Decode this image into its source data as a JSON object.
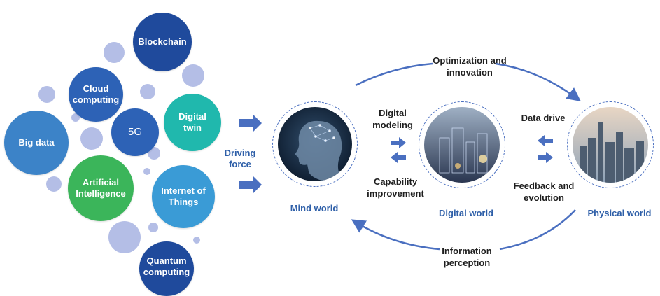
{
  "technologies": {
    "blockchain": "Blockchain",
    "cloud_computing": "Cloud computing",
    "fiveg": "5G",
    "digital_twin": "Digital twin",
    "big_data": "Big data",
    "artificial_intelligence": "Artificial Intelligence",
    "internet_of_things": "Internet of Things",
    "quantum_computing": "Quantum computing"
  },
  "driving_force": "Driving force",
  "worlds": {
    "mind": "Mind world",
    "digital": "Digital world",
    "physical": "Physical world"
  },
  "flows": {
    "optimization": "Optimization and innovation",
    "digital_modeling": "Digital modeling",
    "capability_improvement": "Capability improvement",
    "data_drive": "Data drive",
    "feedback_evolution": "Feedback and evolution",
    "information_perception": "Information perception"
  },
  "colors": {
    "navy": "#1f4a9c",
    "mid_blue": "#2d62b6",
    "light_blue": "#3c83c8",
    "teal": "#20b8ad",
    "green": "#3bb55a",
    "sky": "#3a9bd6",
    "accent_label": "#2e5fa8",
    "arrow": "#4a6fc0"
  }
}
